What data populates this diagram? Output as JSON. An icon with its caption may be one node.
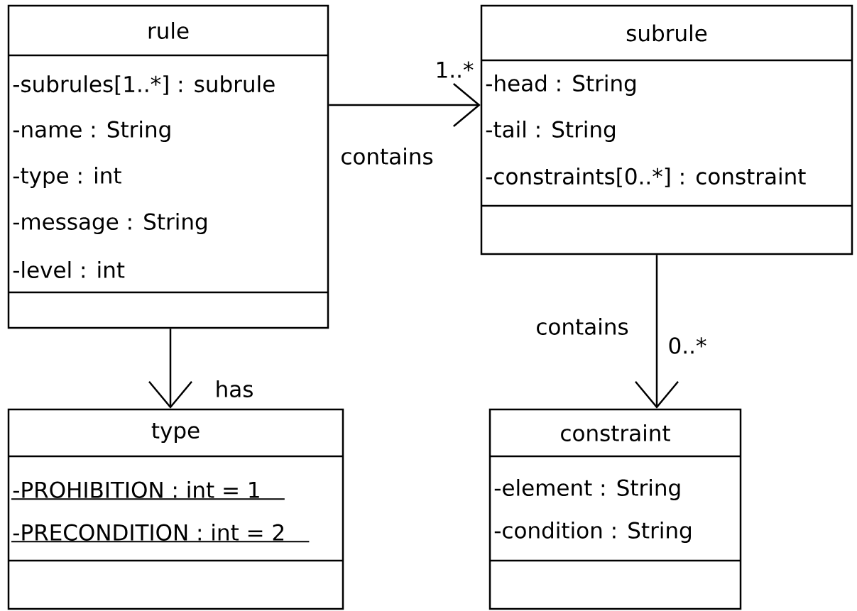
{
  "diagram": {
    "nodes": [
      {
        "text": [
          "rule",
          "-subrules[1..*] : subrule",
          "-name : String",
          "-type : int",
          "-message : String",
          "-level : int"
        ]
      },
      {
        "text": [
          "subrule",
          "-head : String",
          "-tail : String",
          "-constraints[0..*] : constraint"
        ]
      },
      {
        "text": [
          "type",
          "-PROHIBITION : int = 1",
          "-PRECONDITION : int = 2"
        ]
      },
      {
        "text": [
          "constraint",
          "-element : String",
          "-condition : String"
        ]
      }
    ],
    "edges": [
      {
        "from": 0,
        "to": 1,
        "arrow": "to",
        "label": "contains"
      },
      {
        "from": 0,
        "to": 2,
        "arrow": "to",
        "label": "has"
      },
      {
        "from": 1,
        "to": 3,
        "arrow": "to",
        "label": "contains"
      }
    ],
    "labels": [
      "1..*",
      "0..*"
    ]
  }
}
